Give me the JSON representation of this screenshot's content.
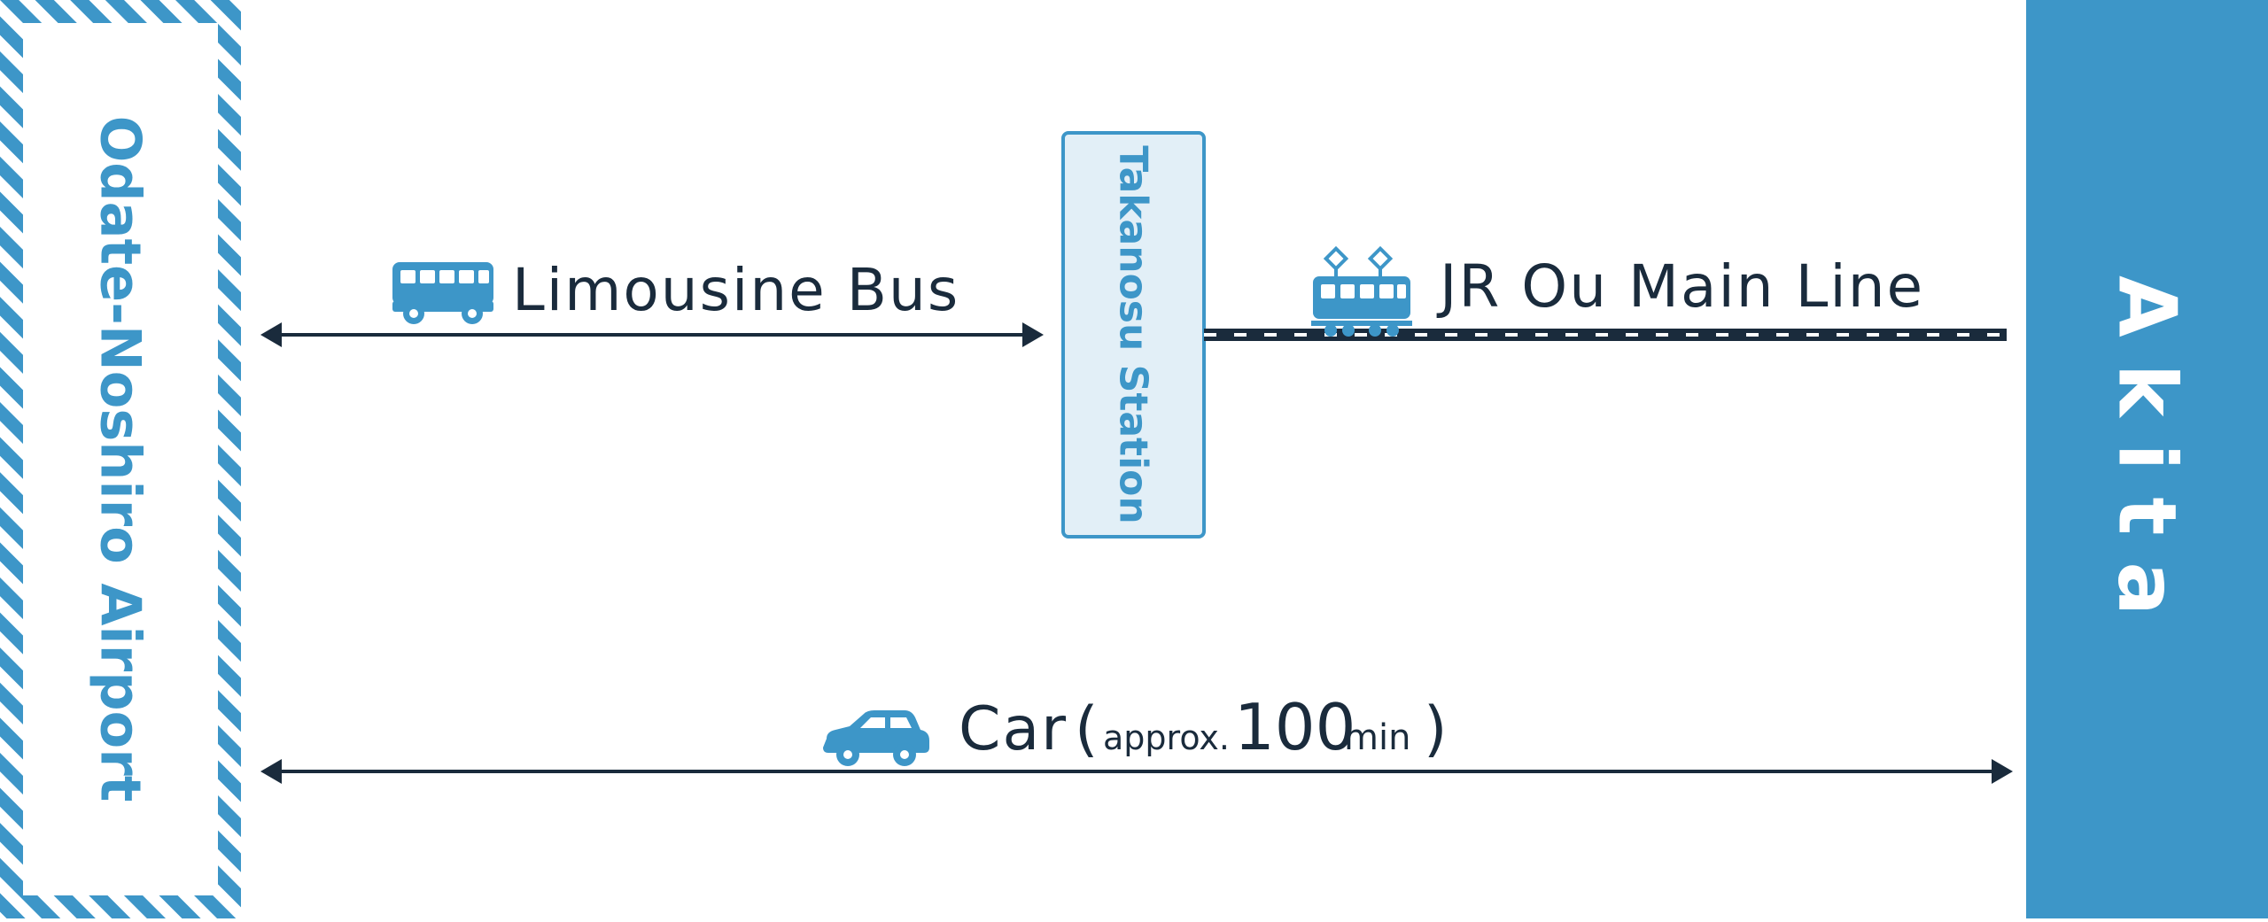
{
  "origin": {
    "name": "Odate-Noshiro Airport"
  },
  "destination": {
    "name": "Akita"
  },
  "transfer": {
    "name": "Takanosu Station"
  },
  "routes": {
    "bus": {
      "label": "Limousine Bus",
      "icon": "bus-icon"
    },
    "rail": {
      "label": "JR Ou Main Line",
      "icon": "train-icon"
    },
    "car": {
      "label": "Car",
      "open_paren": "(",
      "approx": "approx.",
      "duration": "100",
      "unit": "min",
      "close_paren": ")",
      "icon": "car-icon"
    }
  },
  "colors": {
    "accent": "#3d96c8",
    "dark": "#1a2b3c",
    "station_fill": "#e2eff7",
    "white": "#ffffff"
  }
}
